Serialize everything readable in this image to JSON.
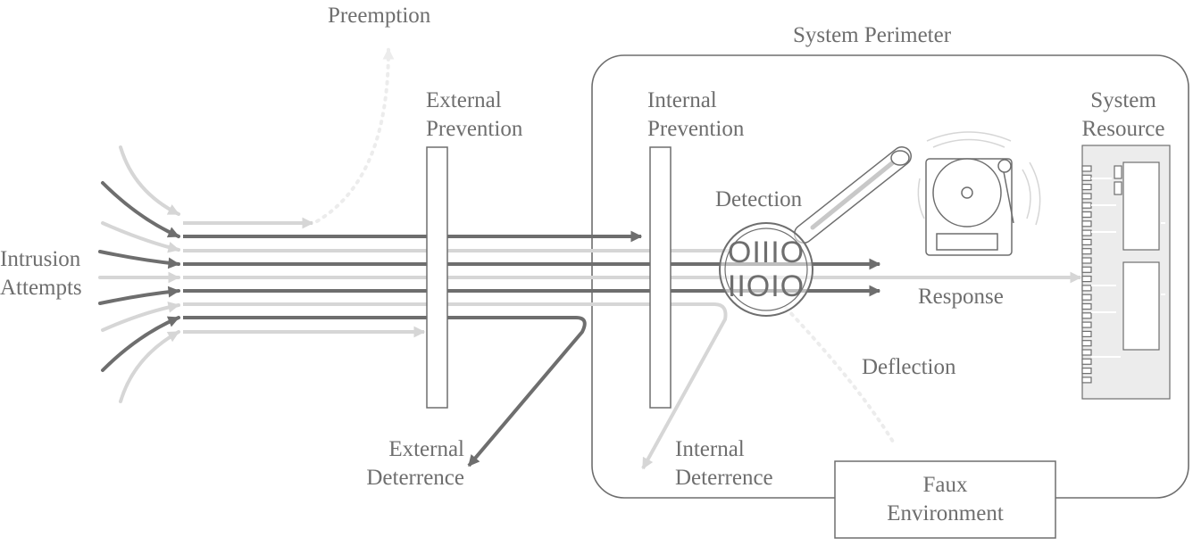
{
  "labels": {
    "preemption": "Preemption",
    "system_perimeter": "System Perimeter",
    "external_prevention_1": "External",
    "external_prevention_2": "Prevention",
    "internal_prevention_1": "Internal",
    "internal_prevention_2": "Prevention",
    "system_resource_1": "System",
    "system_resource_2": "Resource",
    "detection": "Detection",
    "intrusion_attempts_1": "Intrusion",
    "intrusion_attempts_2": "Attempts",
    "response": "Response",
    "deflection": "Deflection",
    "external_deterrence_1": "External",
    "external_deterrence_2": "Deterrence",
    "internal_deterrence_1": "Internal",
    "internal_deterrence_2": "Deterrence",
    "faux_environment_1": "Faux",
    "faux_environment_2": "Environment"
  },
  "binary": {
    "row1": "OIIIO",
    "row2": "IIOIO"
  },
  "colors": {
    "dark_arrow": "#6e6e6e",
    "light_arrow": "#d6d6d6",
    "outline": "#6e6e6e",
    "text": "#6e6e6e"
  },
  "icons": [
    "magnifying-glass-icon",
    "alarm-bell-icon",
    "memory-chip-icon"
  ]
}
